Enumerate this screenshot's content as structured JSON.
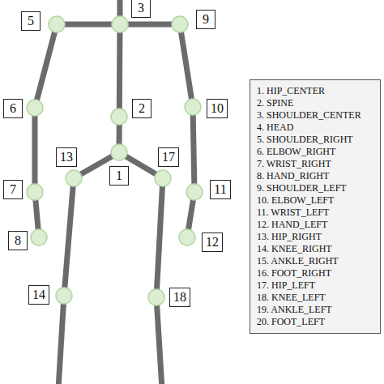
{
  "diagram": {
    "nodes": [
      {
        "text": [
          "3"
        ]
      },
      {
        "text": [
          "5"
        ]
      },
      {
        "text": [
          "9"
        ]
      },
      {
        "text": [
          "6"
        ]
      },
      {
        "text": [
          "2"
        ]
      },
      {
        "text": [
          "10"
        ]
      },
      {
        "text": [
          "13"
        ]
      },
      {
        "text": [
          "17"
        ]
      },
      {
        "text": [
          "1"
        ]
      },
      {
        "text": [
          "7"
        ]
      },
      {
        "text": [
          "11"
        ]
      },
      {
        "text": [
          "8"
        ]
      },
      {
        "text": [
          "12"
        ]
      },
      {
        "text": [
          "14"
        ]
      },
      {
        "text": [
          "18"
        ]
      },
      {
        "text": [
          "1. HIP_CENTER",
          "2. SPINE",
          "3. SHOULDER_CENTER",
          "4. HEAD",
          "5. SHOULDER_RIGHT",
          "6. ELBOW_RIGHT",
          "7. WRIST_RIGHT",
          "8. HAND_RIGHT",
          "9. SHOULDER_LEFT",
          "10. ELBOW_LEFT",
          "11. WRIST_LEFT",
          "12. HAND_LEFT",
          "13. HIP_RIGHT",
          "14. KNEE_RIGHT",
          "15. ANKLE_RIGHT",
          "16. FOOT_RIGHT",
          "17. HIP_LEFT",
          "18. KNEE_LEFT",
          "19. ANKLE_LEFT",
          "20. FOOT_LEFT"
        ]
      }
    ]
  }
}
